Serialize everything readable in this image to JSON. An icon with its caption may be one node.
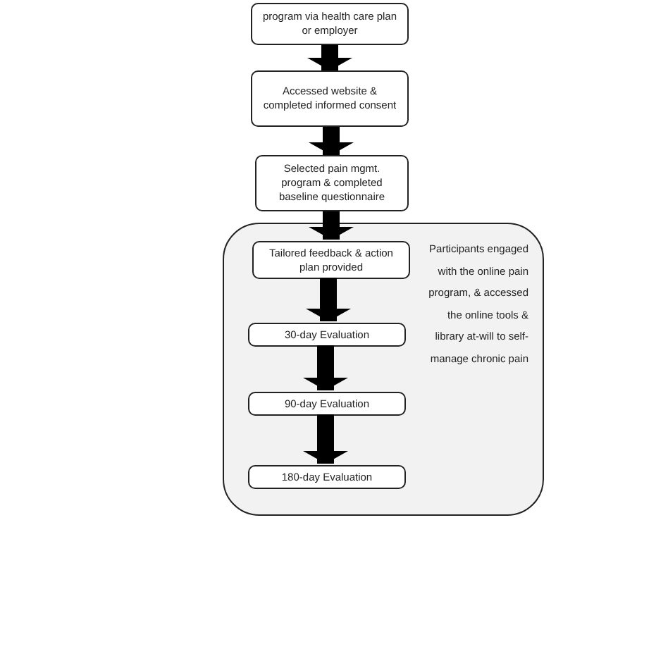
{
  "diagram": {
    "nodes": [
      {
        "text": [
          "program via health care plan or employer"
        ]
      },
      {
        "text": [
          "Accessed website & completed informed consent"
        ]
      },
      {
        "text": [
          "Selected pain mgmt. program & completed baseline questionnaire"
        ]
      },
      {
        "text": [
          "Participants engaged with the online pain program, & accessed the online tools & library at-will to self-manage chronic pain"
        ]
      },
      {
        "text": [
          "Tailored feedback & action plan provided"
        ],
        "in": 3
      },
      {
        "text": [
          "30-day Evaluation"
        ],
        "in": 3
      },
      {
        "text": [
          "90-day Evaluation"
        ],
        "in": 3
      },
      {
        "text": [
          "180-day Evaluation"
        ],
        "in": 3
      }
    ],
    "edges": [
      {
        "from": 0,
        "to": 1,
        "arrow": "to"
      },
      {
        "from": 1,
        "to": 2,
        "arrow": "to"
      },
      {
        "from": 2,
        "to": 4,
        "arrow": "to"
      },
      {
        "from": 4,
        "to": 5,
        "arrow": "to"
      },
      {
        "from": 5,
        "to": 6,
        "arrow": "to"
      },
      {
        "from": 6,
        "to": 7,
        "arrow": "to"
      }
    ]
  }
}
